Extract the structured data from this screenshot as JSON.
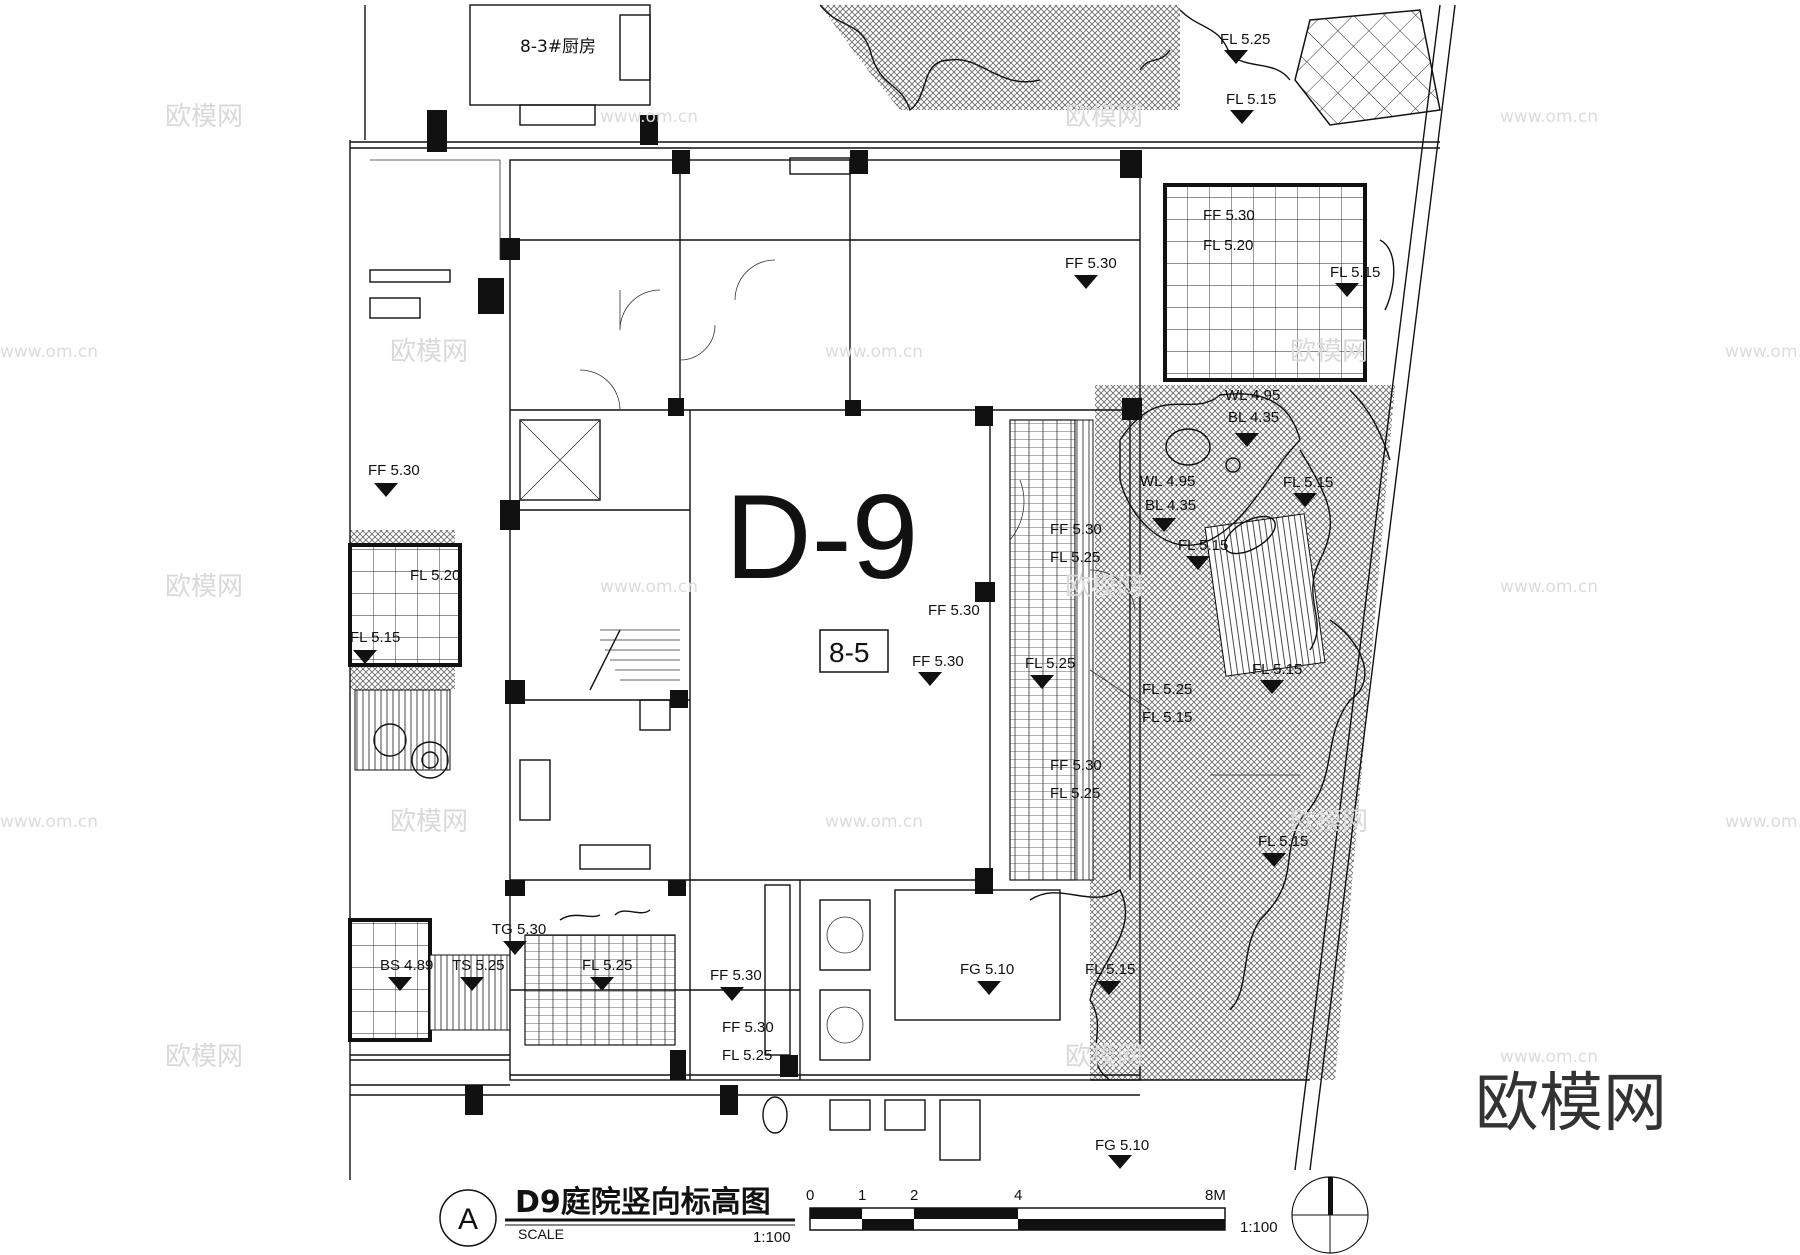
{
  "plan": {
    "unit_label": "D-9",
    "sub_label": "8-5",
    "kitchen_label": "8-3#厨房",
    "elevations": [
      {
        "id": "e1",
        "text": "FL 5.25"
      },
      {
        "id": "e2",
        "text": "FL 5.15"
      },
      {
        "id": "e3",
        "text": "FF 5.30"
      },
      {
        "id": "e4",
        "text": "FL 5.20"
      },
      {
        "id": "e5",
        "text": "FL 5.15"
      },
      {
        "id": "e6",
        "text": "FF 5.30"
      },
      {
        "id": "e7",
        "text": "FF 5.30"
      },
      {
        "id": "e8",
        "text": "FL 5.20"
      },
      {
        "id": "e9",
        "text": "FL 5.15"
      },
      {
        "id": "e10",
        "text": "WL 4.95"
      },
      {
        "id": "e11",
        "text": "BL 4.35"
      },
      {
        "id": "e12",
        "text": "WL 4.95"
      },
      {
        "id": "e13",
        "text": "BL 4.35"
      },
      {
        "id": "e14",
        "text": "FL 5.15"
      },
      {
        "id": "e15",
        "text": "FF 5.30"
      },
      {
        "id": "e16",
        "text": "FL 5.25"
      },
      {
        "id": "e17",
        "text": "FL 5.15"
      },
      {
        "id": "e18",
        "text": "FF 5.30"
      },
      {
        "id": "e19",
        "text": "FL 5.25"
      },
      {
        "id": "e20",
        "text": "FL 5.15"
      },
      {
        "id": "e21",
        "text": "FL 5.25"
      },
      {
        "id": "e22",
        "text": "FL 5.15"
      },
      {
        "id": "e23",
        "text": "FF 5.30"
      },
      {
        "id": "e24",
        "text": "FL 5.25"
      },
      {
        "id": "e25",
        "text": "FL 5.15"
      },
      {
        "id": "e26",
        "text": "TG 5.30"
      },
      {
        "id": "e27",
        "text": "BS 4.89"
      },
      {
        "id": "e28",
        "text": "TS 5.25"
      },
      {
        "id": "e29",
        "text": "FL 5.25"
      },
      {
        "id": "e30",
        "text": "FF 5.30"
      },
      {
        "id": "e31",
        "text": "FF 5.30"
      },
      {
        "id": "e32",
        "text": "FL 5.25"
      },
      {
        "id": "e33",
        "text": "FG 5.10"
      },
      {
        "id": "e34",
        "text": "FL 5.15"
      },
      {
        "id": "e35",
        "text": "FG 5.10"
      },
      {
        "id": "e36",
        "text": "FF 5.30"
      }
    ]
  },
  "title_block": {
    "circle_letter": "A",
    "title": "D9庭院竖向标高图",
    "scale_word": "SCALE",
    "scale_value": "1:100",
    "bar_ticks": [
      "0",
      "1",
      "2",
      "4",
      "8M"
    ],
    "bar_scale_value": "1:100"
  },
  "watermark": {
    "brand": "欧模网",
    "url": "www.om.cn"
  },
  "colors": {
    "line": "#111111",
    "hatch": "#8a8a8a",
    "watermark": "#d9d9d9"
  }
}
